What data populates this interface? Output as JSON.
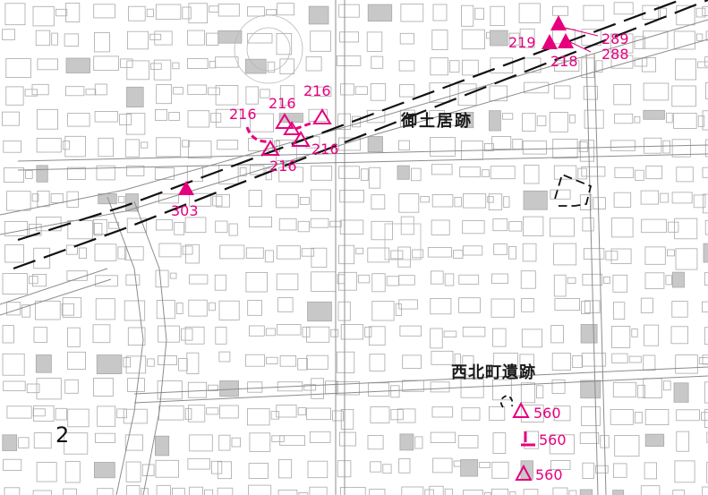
{
  "page_number": "2",
  "sites": [
    {
      "name": "御土居跡"
    },
    {
      "name": "西北町遺跡"
    }
  ],
  "markers": [
    {
      "label": "289",
      "kind": "filled-triangle"
    },
    {
      "label": "219",
      "kind": "filled-triangle"
    },
    {
      "label": "218",
      "kind": "filled-triangle"
    },
    {
      "label": "288",
      "kind": "filled-triangle"
    },
    {
      "label": "216",
      "kind": "open-triangle"
    },
    {
      "label": "216",
      "kind": "open-triangle"
    },
    {
      "label": "216",
      "kind": "open-triangle"
    },
    {
      "label": "216",
      "kind": "open-triangle"
    },
    {
      "label": "216",
      "kind": "open-triangle"
    },
    {
      "label": "216",
      "kind": "dashed-line"
    },
    {
      "label": "303",
      "kind": "filled-triangle"
    },
    {
      "label": "560",
      "kind": "open-triangle"
    },
    {
      "label": "560",
      "kind": "dashed-line"
    },
    {
      "label": "560",
      "kind": "open-triangle"
    }
  ],
  "colors": {
    "marker": "#e6007e",
    "boundary": "#111111",
    "basemap": "#a9a9a9",
    "background": "#ffffff"
  }
}
